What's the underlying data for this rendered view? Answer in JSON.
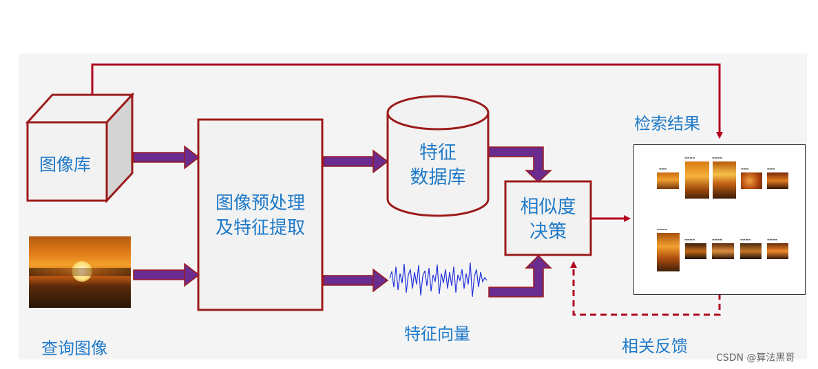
{
  "labels": {
    "image_library": "图像库",
    "preprocess_line1": "图像预处理",
    "preprocess_line2": "及特征提取",
    "feature_db_line1": "特征",
    "feature_db_line2": "数据库",
    "similarity_line1": "相似度",
    "similarity_line2": "决策",
    "retrieval_results": "检索结果",
    "feature_vector": "特征向量",
    "query_image": "查询图像",
    "relevance_feedback": "相关反馈"
  },
  "watermark": "CSDN @算法黑哥",
  "colors": {
    "red_line": "#b0001e",
    "purple_arrow": "#6a2c8e",
    "label_blue": "#1f7ac9",
    "box_border": "#9c1a1a",
    "box_fill": "#f2f2f2",
    "wave_blue": "#2233dd"
  }
}
